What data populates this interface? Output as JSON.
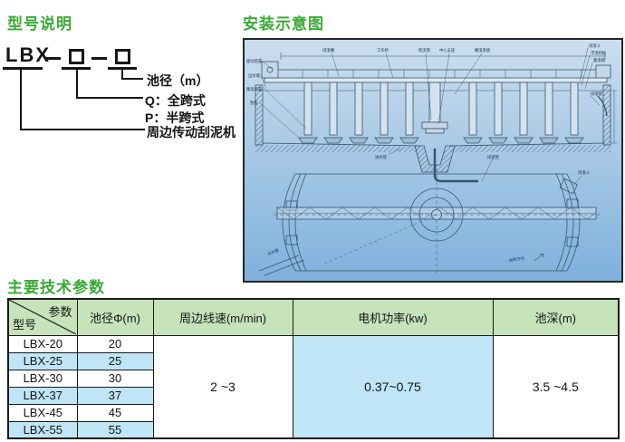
{
  "colors": {
    "heading_green": "#3ba838",
    "table_header_bg": "#c6e3ba",
    "row_stripe_blue": "#bfe5f7",
    "diagram_bg_top": "#ccdeee",
    "diagram_bg_bottom": "#7fb1dc"
  },
  "model_section": {
    "heading": "型号说明",
    "code": "LBX",
    "pool_diameter_label": "池径（m）",
    "full_span_label": "Q：全跨式",
    "half_span_label": "P：半跨式",
    "machine_label": "周边传动刮泥机"
  },
  "diagram_section": {
    "heading": "安装示意图",
    "elevation_labels": [
      "驱动装置",
      "出水堰",
      "集电装置",
      "刮板",
      "排渣槽",
      "工作桥",
      "稳流筒",
      "中心支座",
      "撇渣系统",
      "排渣斗",
      "浮渣挡板",
      "集渣箱",
      "排渣管",
      "进水管",
      "排泥管"
    ],
    "plan_labels": [
      "出水管",
      "运转方向",
      "排渣斗"
    ]
  },
  "table_section": {
    "heading": "主要技术参数",
    "corner": {
      "top_right": "参数",
      "bottom_left": "型号"
    },
    "columns": [
      "池径Φ(m)",
      "周边线速(m/min)",
      "电机功率(kw)",
      "池深(m)"
    ],
    "rows": [
      {
        "model": "LBX-20",
        "diameter": "20"
      },
      {
        "model": "LBX-25",
        "diameter": "25"
      },
      {
        "model": "LBX-30",
        "diameter": "30"
      },
      {
        "model": "LBX-37",
        "diameter": "37"
      },
      {
        "model": "LBX-45",
        "diameter": "45"
      },
      {
        "model": "LBX-55",
        "diameter": "55"
      }
    ],
    "merged": {
      "line_speed": "2 ~3",
      "motor_power": "0.37~0.75",
      "pool_depth": "3.5 ~4.5"
    }
  }
}
